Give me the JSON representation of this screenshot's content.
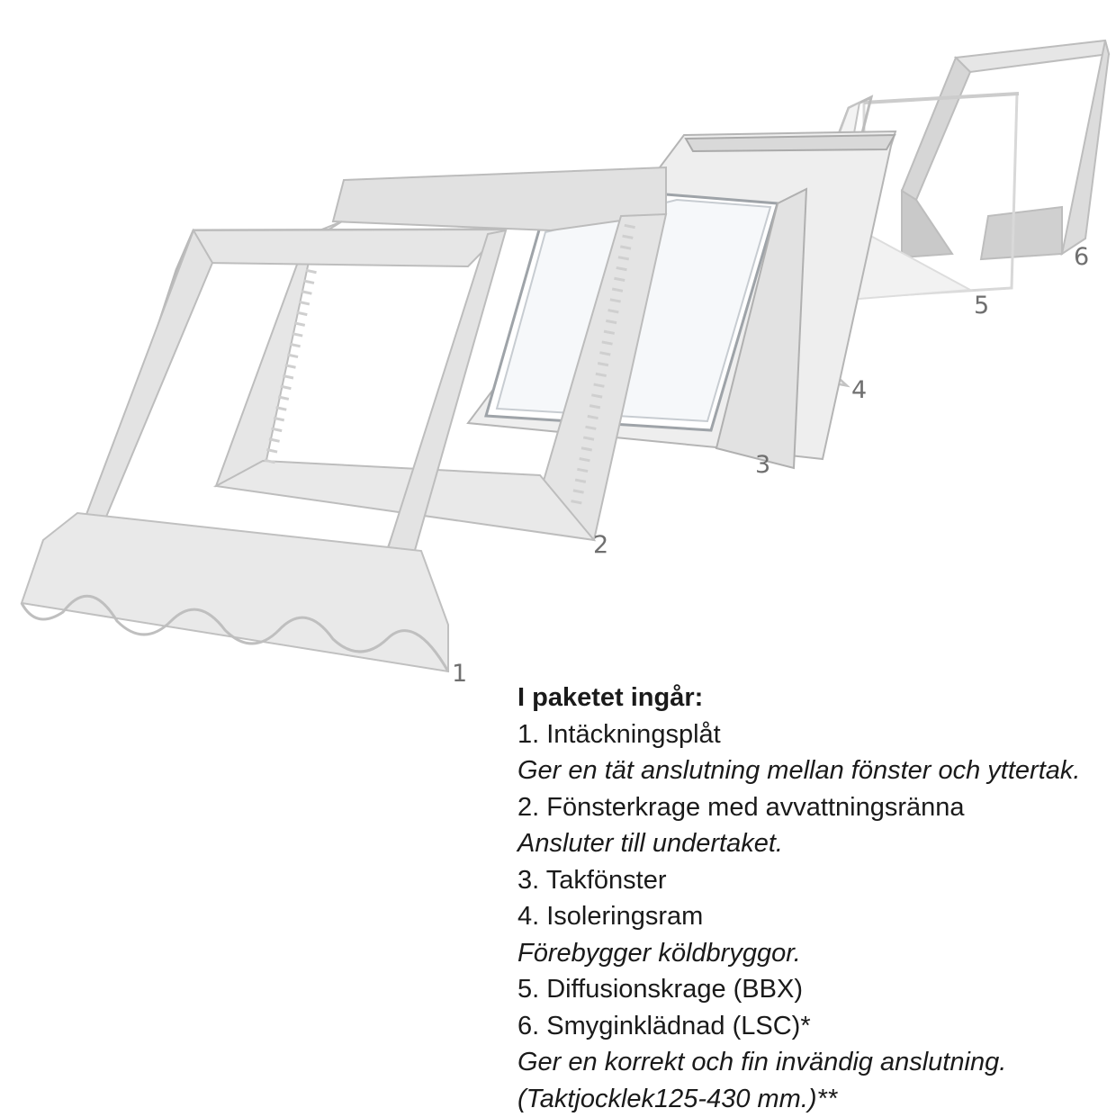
{
  "parts": [
    {
      "number": "1"
    },
    {
      "number": "2"
    },
    {
      "number": "3"
    },
    {
      "number": "4"
    },
    {
      "number": "5"
    },
    {
      "number": "6"
    }
  ],
  "package": {
    "heading": "I paketet ingår:",
    "lines": [
      {
        "text": "1. Intäckningsplåt",
        "style": "item"
      },
      {
        "text": "Ger en tät anslutning mellan fönster och yttertak.",
        "style": "note"
      },
      {
        "text": "2. Fönsterkrage med avvattningsränna",
        "style": "item"
      },
      {
        "text": "Ansluter till undertaket.",
        "style": "note"
      },
      {
        "text": "3. Takfönster",
        "style": "item"
      },
      {
        "text": "4. Isoleringsram",
        "style": "item"
      },
      {
        "text": "Förebygger köldbryggor.",
        "style": "note"
      },
      {
        "text": "5. Diffusionskrage (BBX)",
        "style": "item"
      },
      {
        "text": "6. Smyginklädnad (LSC)*",
        "style": "item"
      },
      {
        "text": "Ger en korrekt och fin invändig anslutning.",
        "style": "note"
      },
      {
        "text": "(Taktjocklek125-430 mm.)**",
        "style": "note"
      }
    ]
  }
}
